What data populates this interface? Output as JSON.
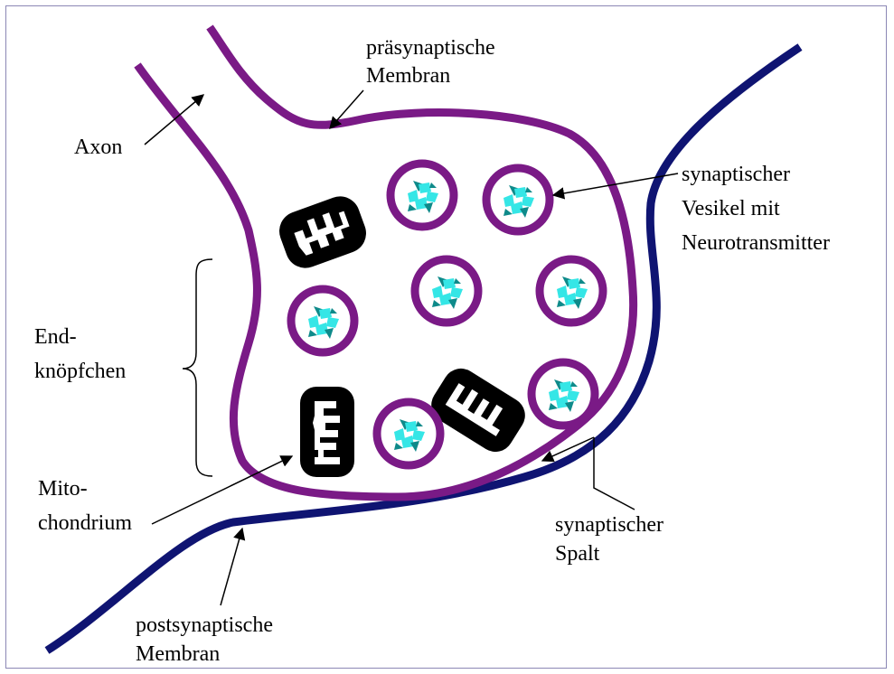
{
  "colors": {
    "presynaptic": "#7a1a86",
    "postsynaptic": "#0f1472",
    "neurotransmitter_light": "#35e6e6",
    "neurotransmitter_dark": "#0e8a8a",
    "mitochondrion": "#000000"
  },
  "labels": {
    "axon": "Axon",
    "presynaptic_1": "präsynaptische",
    "presynaptic_2": "Membran",
    "vesicle_1": "synaptischer",
    "vesicle_2": "Vesikel mit",
    "vesicle_3": "Neurotransmitter",
    "bouton_1": "End-",
    "bouton_2": "knöpfchen",
    "mito_1": "Mito-",
    "mito_2": "chondrium",
    "cleft_1": "synaptischer",
    "cleft_2": "Spalt",
    "postsynaptic_1": "postsynaptische",
    "postsynaptic_2": "Membran"
  }
}
